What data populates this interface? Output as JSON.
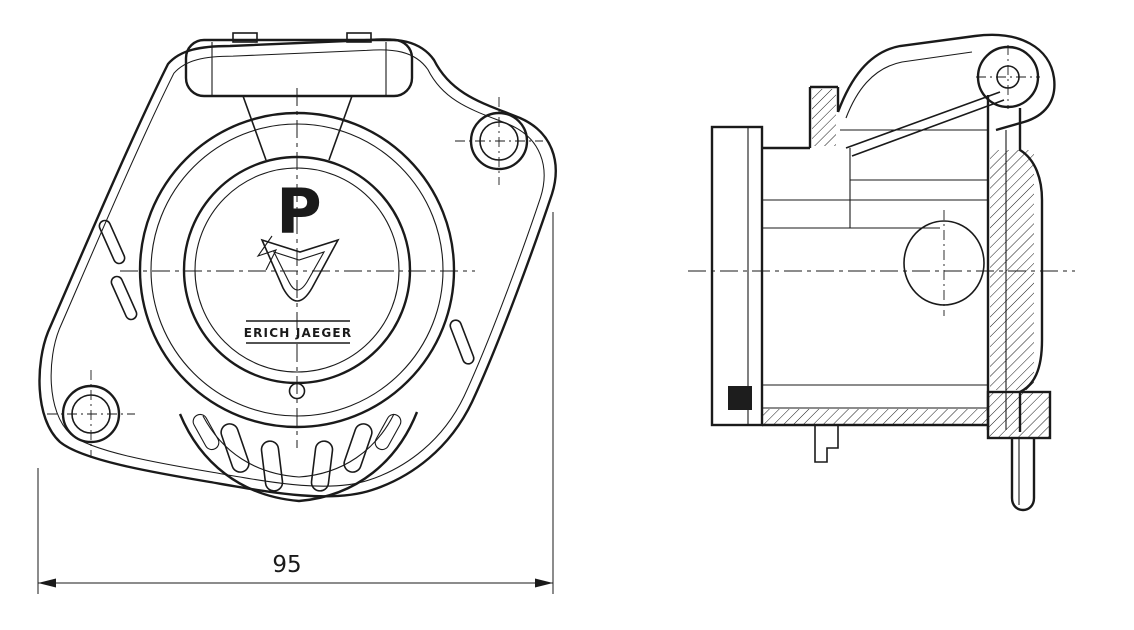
{
  "document": {
    "type_label": "technical-drawing",
    "views": [
      "front-view",
      "side-section-view"
    ]
  },
  "front_view": {
    "lid_letter": "P",
    "brand_label": "ERICH JAEGER"
  },
  "dimension": {
    "width_label": "95"
  },
  "colors": {
    "line": "#1a1a1a",
    "background": "#ffffff"
  }
}
